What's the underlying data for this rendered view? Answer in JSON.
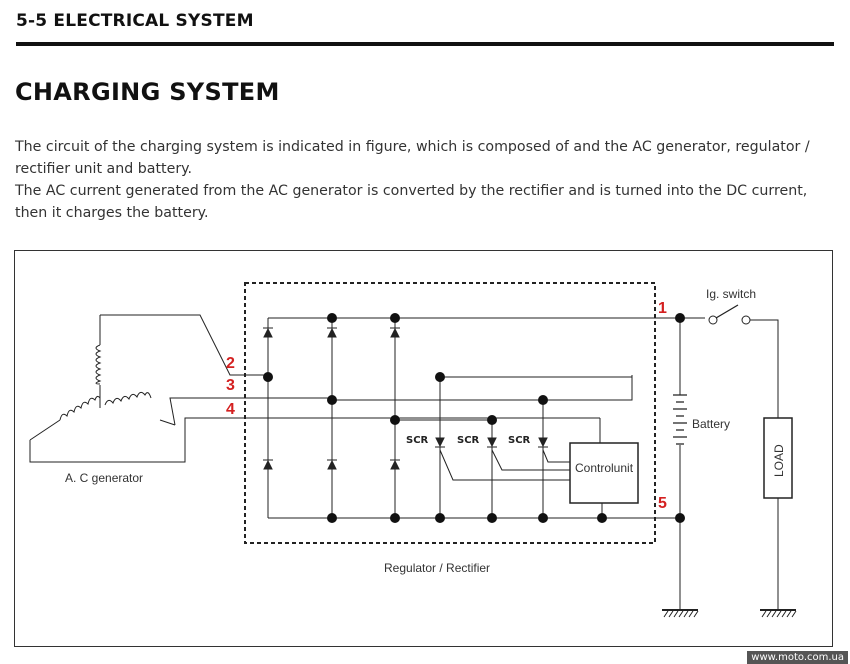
{
  "header": {
    "section": "5-5  ELECTRICAL SYSTEM"
  },
  "title": "CHARGING SYSTEM",
  "paragraphs": [
    "The circuit of the charging system is indicated in figure, which is composed of and the AC generator, regulator / rectifier unit and battery.",
    "The AC current generated from the AC generator is converted by the rectifier and is turned into the DC current, then it charges the battery."
  ],
  "diagram": {
    "terminals": [
      "1",
      "2",
      "3",
      "4",
      "5"
    ],
    "ig_switch_label": "Ig. switch",
    "battery_label": "Battery",
    "load_label": "LOAD",
    "generator_label": "A. C generator",
    "regulator_label": "Regulator / Rectifier",
    "control_unit_label": "Controlunit",
    "scr_label": "SCR",
    "colors": {
      "terminal_numbers": "#d42020",
      "line": "#222222"
    }
  },
  "watermark": "www.moto.com.ua"
}
